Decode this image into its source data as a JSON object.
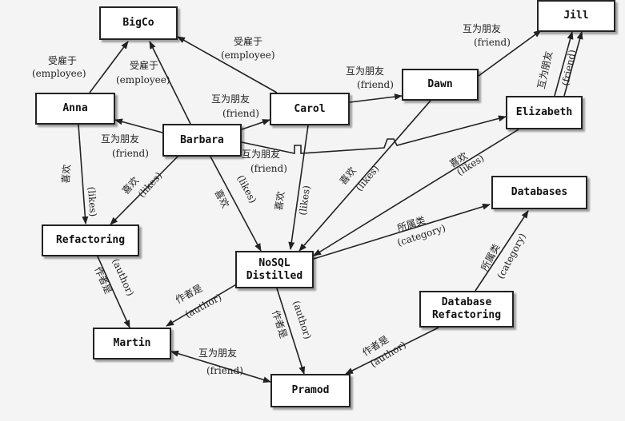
{
  "colors": {
    "background": "#f4f4f4",
    "node_fill": "#ffffff",
    "line": "#222222"
  },
  "nodes": {
    "bigco": "BigCo",
    "jill": "Jill",
    "anna": "Anna",
    "carol": "Carol",
    "dawn": "Dawn",
    "elizabeth": "Elizabeth",
    "barbara": "Barbara",
    "databases": "Databases",
    "refactoring": "Refactoring",
    "nosql": "NoSQL\nDistilled",
    "dbrefactoring": "Database\nRefactoring",
    "martin": "Martin",
    "pramod": "Pramod"
  },
  "relations": {
    "employee_zh": "受雇于",
    "employee_en": "(employee)",
    "friend_zh": "互为朋友",
    "friend_en": "(friend)",
    "likes_zh": "喜欢",
    "likes_en": "(likes)",
    "category_zh": "所属类",
    "category_en": "(category)",
    "author_zh": "作者是",
    "author_en": "(author)"
  }
}
